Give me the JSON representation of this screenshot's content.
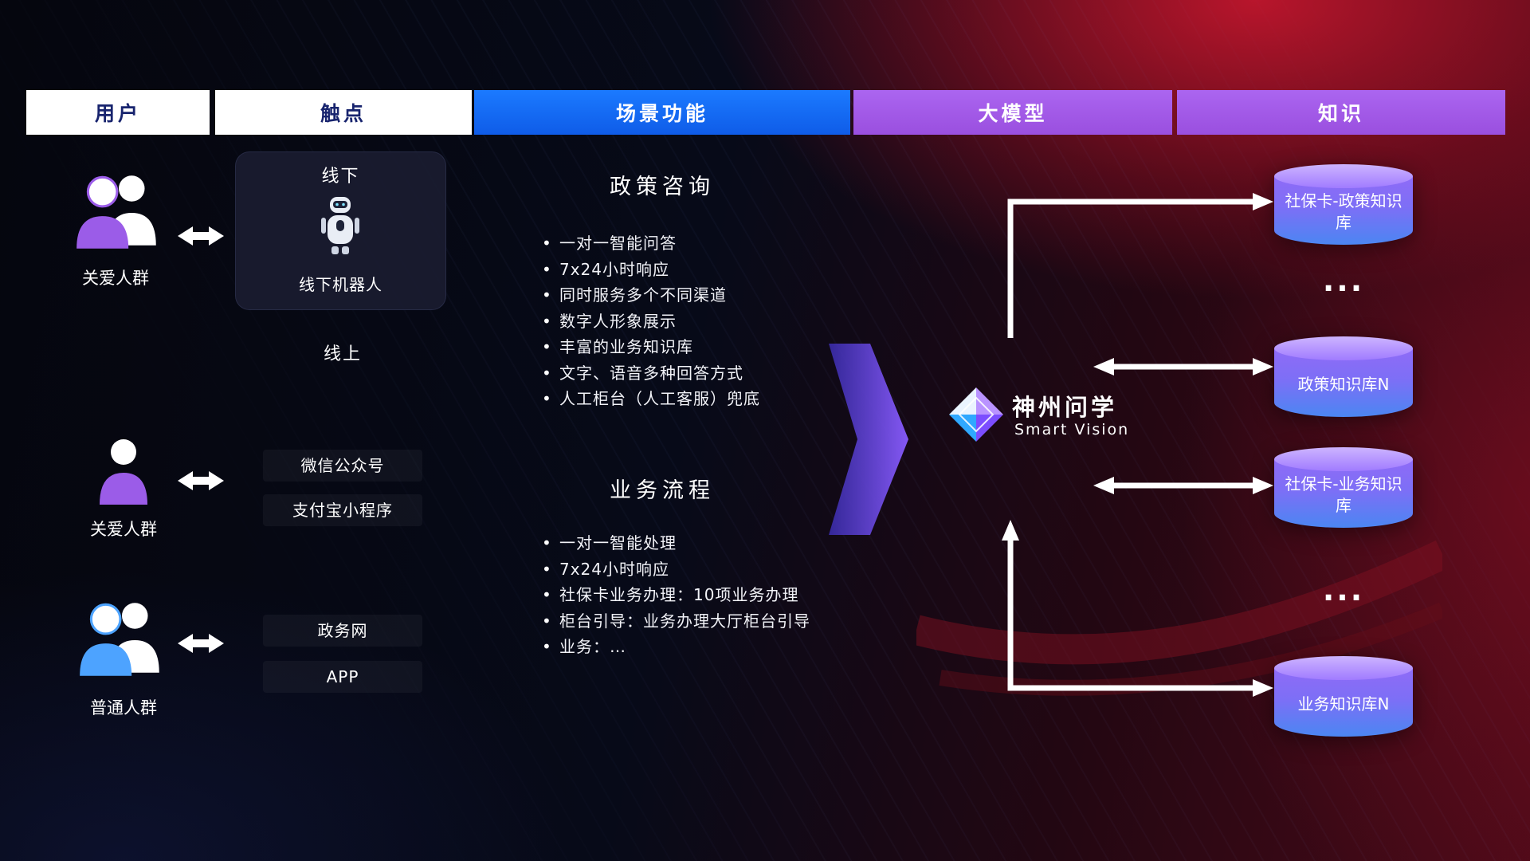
{
  "header": {
    "columns": [
      "用户",
      "触点",
      "场景功能",
      "大模型",
      "知识"
    ]
  },
  "users": {
    "groups": [
      {
        "label": "关爱人群",
        "icon": "group-people-purple-icon"
      },
      {
        "label": "关爱人群",
        "icon": "person-purple-icon"
      },
      {
        "label": "普通人群",
        "icon": "group-people-blue-icon"
      }
    ]
  },
  "touchpoints": {
    "offline": {
      "title": "线下",
      "robot_label": "线下机器人"
    },
    "online": {
      "title": "线上",
      "channels": [
        "微信公众号",
        "支付宝小程序",
        "政务网",
        "APP"
      ]
    }
  },
  "scenarios": [
    {
      "title": "政策咨询",
      "items": [
        "一对一智能问答",
        "7x24小时响应",
        "同时服务多个不同渠道",
        "数字人形象展示",
        "丰富的业务知识库",
        "文字、语音多种回答方式",
        "人工柜台（人工客服）兜底"
      ]
    },
    {
      "title": "业务流程",
      "items": [
        "一对一智能处理",
        "7x24小时响应",
        "社保卡业务办理：10项业务办理",
        "柜台引导：业务办理大厅柜台引导",
        "业务：…"
      ]
    }
  ],
  "model": {
    "name": "神州问学",
    "subtitle": "Smart Vision"
  },
  "knowledge": {
    "databases": [
      "社保卡-政策知识库",
      "政策知识库N",
      "社保卡-业务知识库",
      "业务知识库N"
    ],
    "ellipsis": "..."
  },
  "colors": {
    "header_blue": "#146dff",
    "header_purple": "#a55fe6",
    "user_purple": "#9b5ce8",
    "user_blue": "#4da3ff",
    "db_top": "#b18cff",
    "db_bottom": "#4b86f2",
    "connector": "#ffffff",
    "bg_red": "#8f1322"
  }
}
